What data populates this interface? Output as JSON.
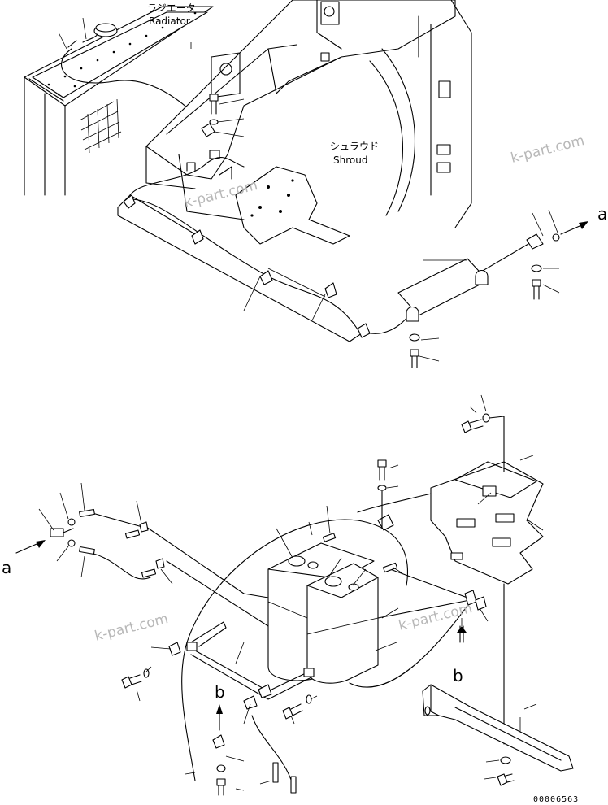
{
  "labels": {
    "radiator_jp": "ラジエータ",
    "radiator_en": "Radiator",
    "shroud_jp": "シュラウド",
    "shroud_en": "Shroud"
  },
  "connectors": {
    "a_right": "a",
    "a_left": "a",
    "b_right": "b",
    "b_left": "b"
  },
  "watermark": "k-part.com",
  "drawing_number": "00006563"
}
